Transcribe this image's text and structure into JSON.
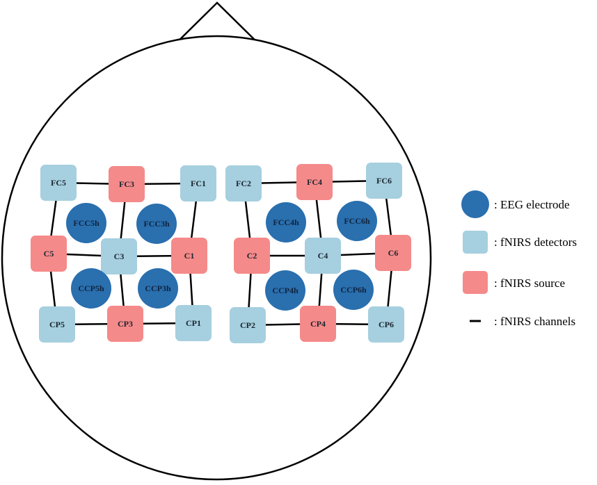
{
  "colors": {
    "eeg": "#2a6fae",
    "detector": "#a6cfdf",
    "source": "#f58a8a",
    "line": "#000000",
    "eeg_text": "#10243e",
    "node_text": "#1a2630"
  },
  "legend": {
    "eeg": ": EEG electrode",
    "detector": ": fNIRS detectors",
    "source": ": fNIRS source",
    "channel": ": fNIRS channels"
  },
  "left": {
    "nodes": {
      "FC5": {
        "label": "FC5",
        "type": "detector"
      },
      "FC3": {
        "label": "FC3",
        "type": "source"
      },
      "FC1": {
        "label": "FC1",
        "type": "detector"
      },
      "C5": {
        "label": "C5",
        "type": "source"
      },
      "C3": {
        "label": "C3",
        "type": "detector"
      },
      "C1": {
        "label": "C1",
        "type": "source"
      },
      "CP5": {
        "label": "CP5",
        "type": "detector"
      },
      "CP3": {
        "label": "CP3",
        "type": "source"
      },
      "CP1": {
        "label": "CP1",
        "type": "detector"
      }
    },
    "eeg": {
      "FCC5h": "FCC5h",
      "FCC3h": "FCC3h",
      "CCP5h": "CCP5h",
      "CCP3h": "CCP3h"
    }
  },
  "right": {
    "nodes": {
      "FC2": {
        "label": "FC2",
        "type": "detector"
      },
      "FC4": {
        "label": "FC4",
        "type": "source"
      },
      "FC6": {
        "label": "FC6",
        "type": "detector"
      },
      "C2": {
        "label": "C2",
        "type": "source"
      },
      "C4": {
        "label": "C4",
        "type": "detector"
      },
      "C6": {
        "label": "C6",
        "type": "source"
      },
      "CP2": {
        "label": "CP2",
        "type": "detector"
      },
      "CP4": {
        "label": "CP4",
        "type": "source"
      },
      "CP6": {
        "label": "CP6",
        "type": "detector"
      }
    },
    "eeg": {
      "FCC4h": "FCC4h",
      "FCC6h": "FCC6h",
      "CCP4h": "CCP4h",
      "CCP6h": "CCP6h"
    }
  }
}
